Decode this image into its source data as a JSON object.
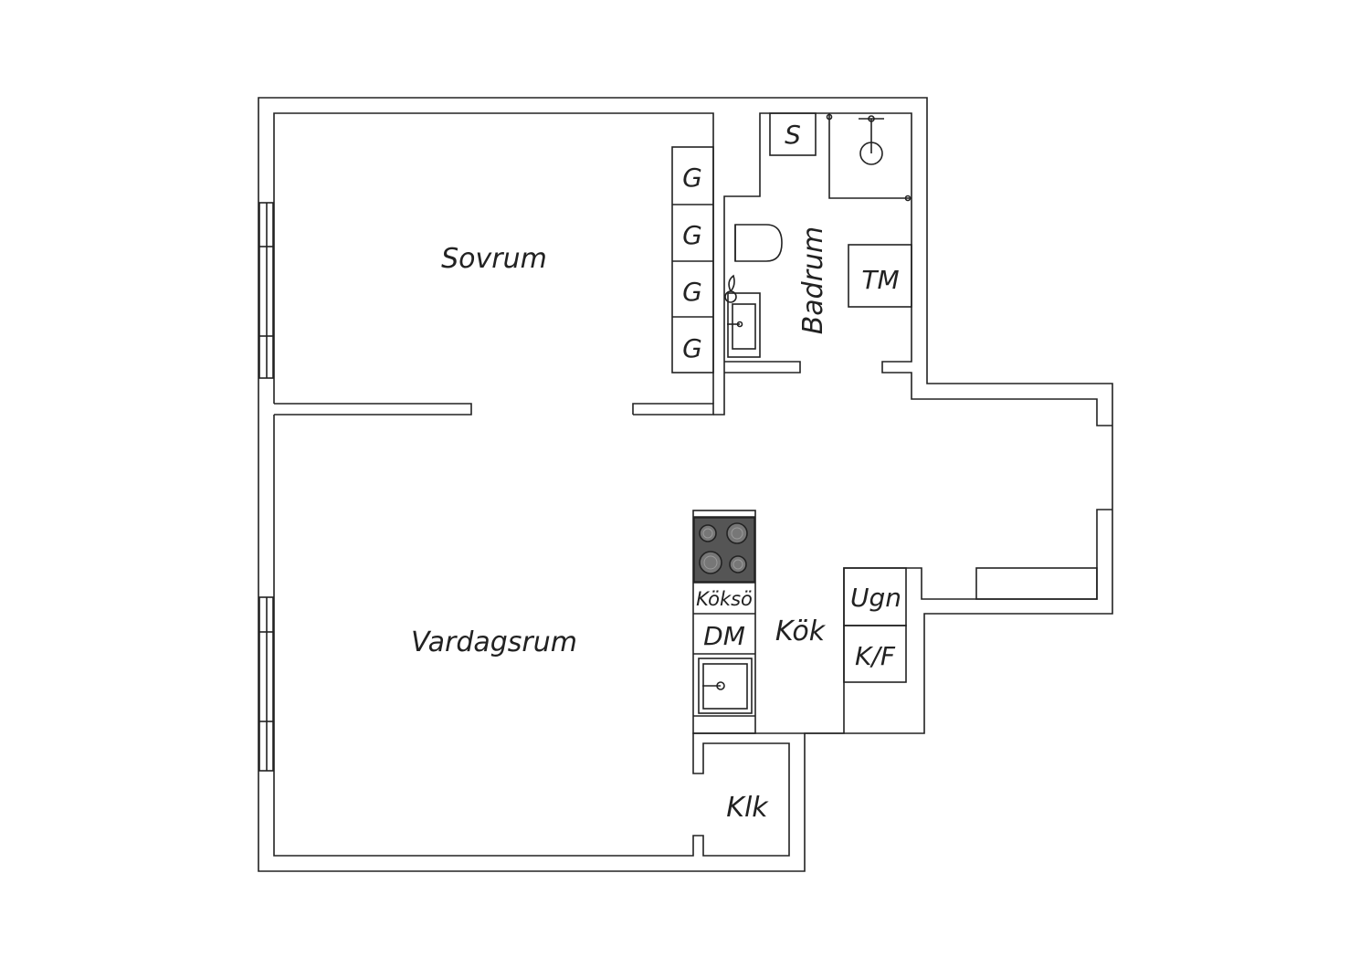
{
  "floorplan": {
    "rooms": {
      "bedroom": "Sovrum",
      "living_room": "Vardagsrum",
      "bathroom": "Badrum",
      "kitchen": "Kök",
      "closet": "Klk"
    },
    "fixtures": {
      "wardrobe_1": "G",
      "wardrobe_2": "G",
      "wardrobe_3": "G",
      "wardrobe_4": "G",
      "cabinet": "S",
      "washing_machine": "TM",
      "oven": "Ugn",
      "fridge_freezer": "K/F",
      "dishwasher": "DM",
      "stove_island": "Köksö"
    },
    "colors": {
      "wall": "#ffffff",
      "line": "#222222",
      "stove": "#555555"
    }
  }
}
